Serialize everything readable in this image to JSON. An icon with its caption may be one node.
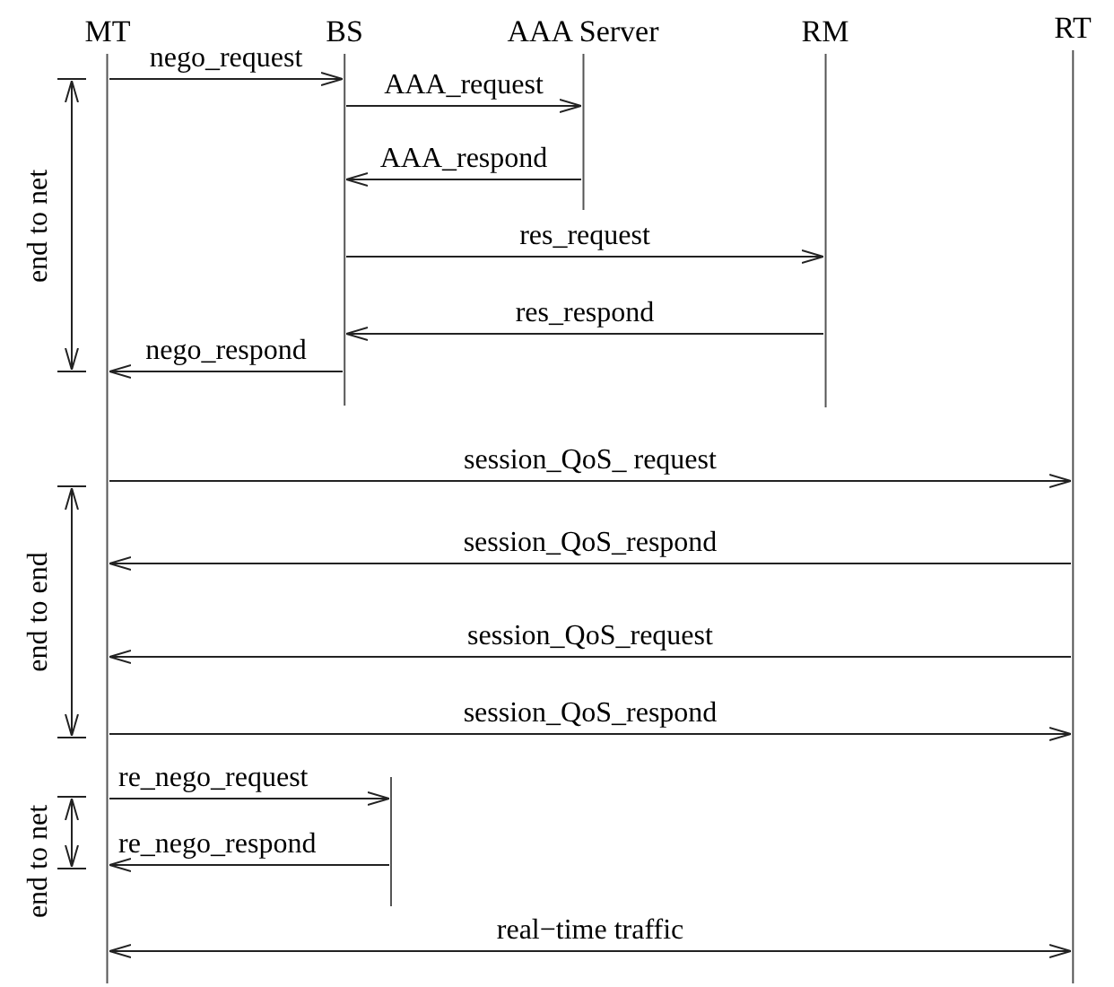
{
  "diagram": {
    "nodes": [
      {
        "text": [
          "MT"
        ]
      },
      {
        "text": [
          "BS"
        ]
      },
      {
        "text": [
          "AAA Server"
        ]
      },
      {
        "text": [
          "RM"
        ]
      },
      {
        "text": [
          "RT"
        ]
      },
      {
        "text": [],
        "shape": "bar"
      }
    ],
    "edges": [
      {
        "from": 0,
        "to": 1,
        "arrow": "to",
        "label": "nego_request"
      },
      {
        "from": 1,
        "to": 2,
        "arrow": "to",
        "label": "AAA_request"
      },
      {
        "from": 2,
        "to": 1,
        "arrow": "to",
        "label": "AAA_respond"
      },
      {
        "from": 1,
        "to": 3,
        "arrow": "to",
        "label": "res_request"
      },
      {
        "from": 3,
        "to": 1,
        "arrow": "to",
        "label": "res_respond"
      },
      {
        "from": 1,
        "to": 0,
        "arrow": "to",
        "label": "nego_respond"
      },
      {
        "from": 0,
        "to": 4,
        "arrow": "to",
        "label": "session_QoS_ request"
      },
      {
        "from": 4,
        "to": 0,
        "arrow": "to",
        "label": "session_QoS_respond"
      },
      {
        "from": 4,
        "to": 0,
        "arrow": "to",
        "label": "session_QoS_request"
      },
      {
        "from": 0,
        "to": 4,
        "arrow": "to",
        "label": "session_QoS_respond"
      },
      {
        "from": 0,
        "to": 5,
        "arrow": "to",
        "label": "re_nego_request"
      },
      {
        "from": 5,
        "to": 0,
        "arrow": "to",
        "label": "re_nego_respond"
      },
      {
        "from": 0,
        "to": 4,
        "arrow": "both",
        "label": "real−time traffic"
      }
    ],
    "labels": [
      "end to net",
      "end to end",
      "end to net"
    ]
  }
}
